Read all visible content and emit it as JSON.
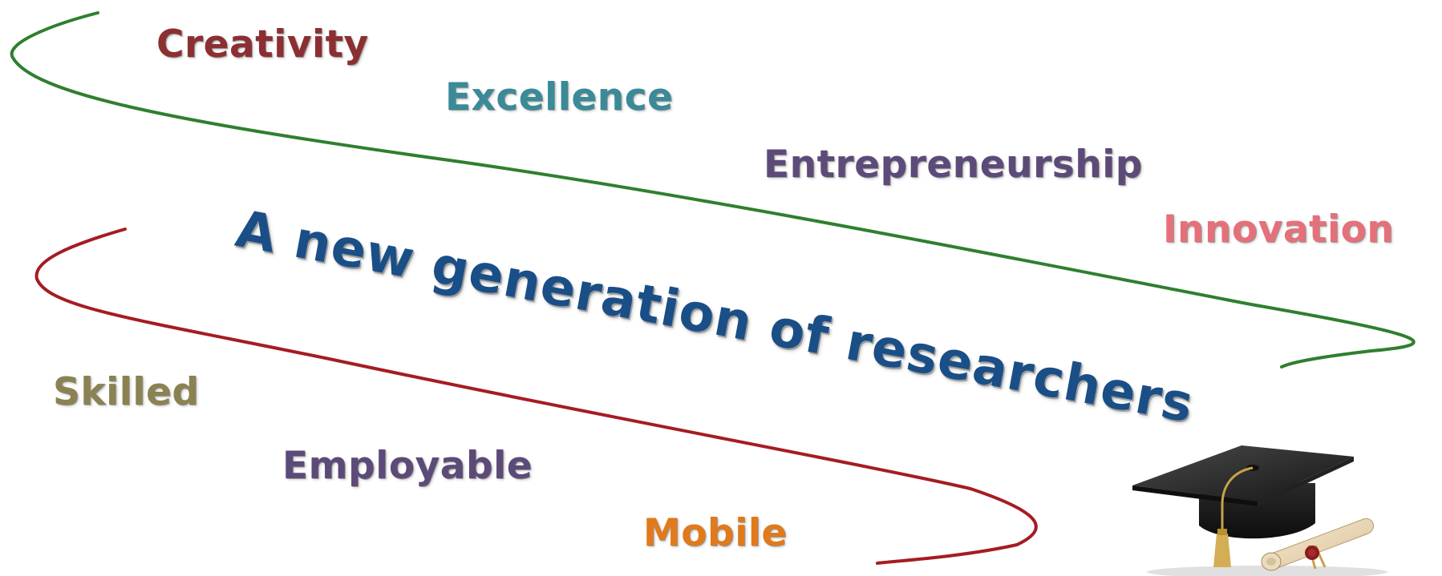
{
  "words_top": [
    {
      "label": "Creativity",
      "color": "#8b2f33"
    },
    {
      "label": "Excellence",
      "color": "#3a8a98"
    },
    {
      "label": "Entrepreneurship",
      "color": "#5c4a78"
    },
    {
      "label": "Innovation",
      "color": "#e5707a"
    }
  ],
  "headline": {
    "label": "A new generation of researchers",
    "color": "#1a4e86"
  },
  "words_bottom": [
    {
      "label": "Skilled",
      "color": "#8a8252"
    },
    {
      "label": "Employable",
      "color": "#5c4a78"
    },
    {
      "label": "Mobile",
      "color": "#e07a1c"
    }
  ],
  "curves": {
    "top_color": "#2f7f2f",
    "bottom_color": "#a51c22"
  },
  "image": {
    "icon": "graduation-cap-diploma-icon"
  }
}
